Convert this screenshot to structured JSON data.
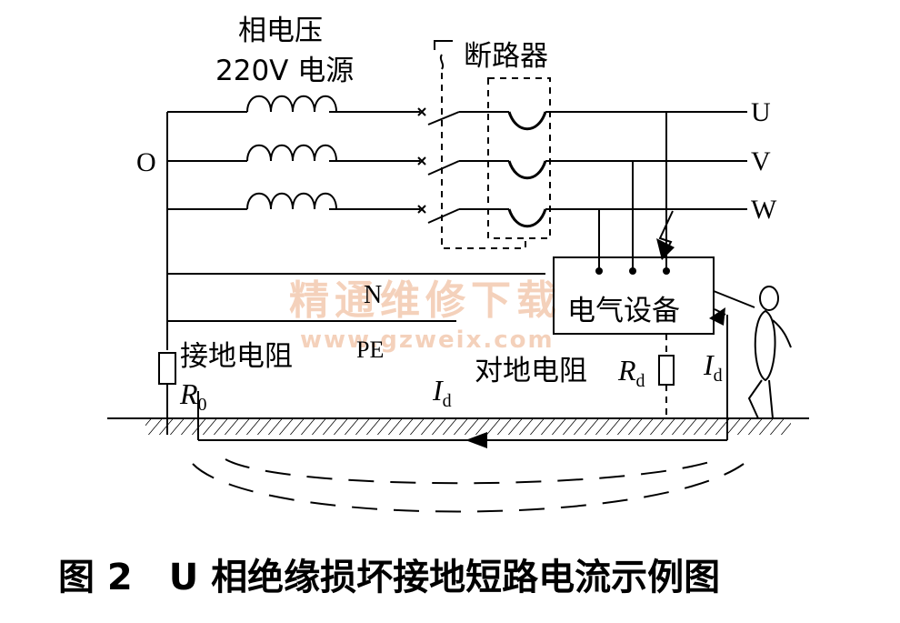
{
  "source_label": {
    "line1": "相电压",
    "line2": "220V 电源"
  },
  "breaker_label": "断路器",
  "neutral_point_label": "O",
  "phases": [
    "U",
    "V",
    "W"
  ],
  "neutral_line_label": "N",
  "pe_line_label": "PE",
  "ground_resistor_label": "接地电阻",
  "ground_resistor_symbol": {
    "main": "R",
    "sub": "0"
  },
  "equipment_label": "电气设备",
  "earth_resistance_label": "对地电阻",
  "earth_resistance_symbol": {
    "main": "R",
    "sub": "d"
  },
  "fault_current_symbol": {
    "main": "I",
    "sub": "d"
  },
  "watermark": {
    "line1": "精通维修下载",
    "line2": "www.gzweix.com"
  },
  "caption": "图 2　U 相绝缘损坏接地短路电流示例图"
}
